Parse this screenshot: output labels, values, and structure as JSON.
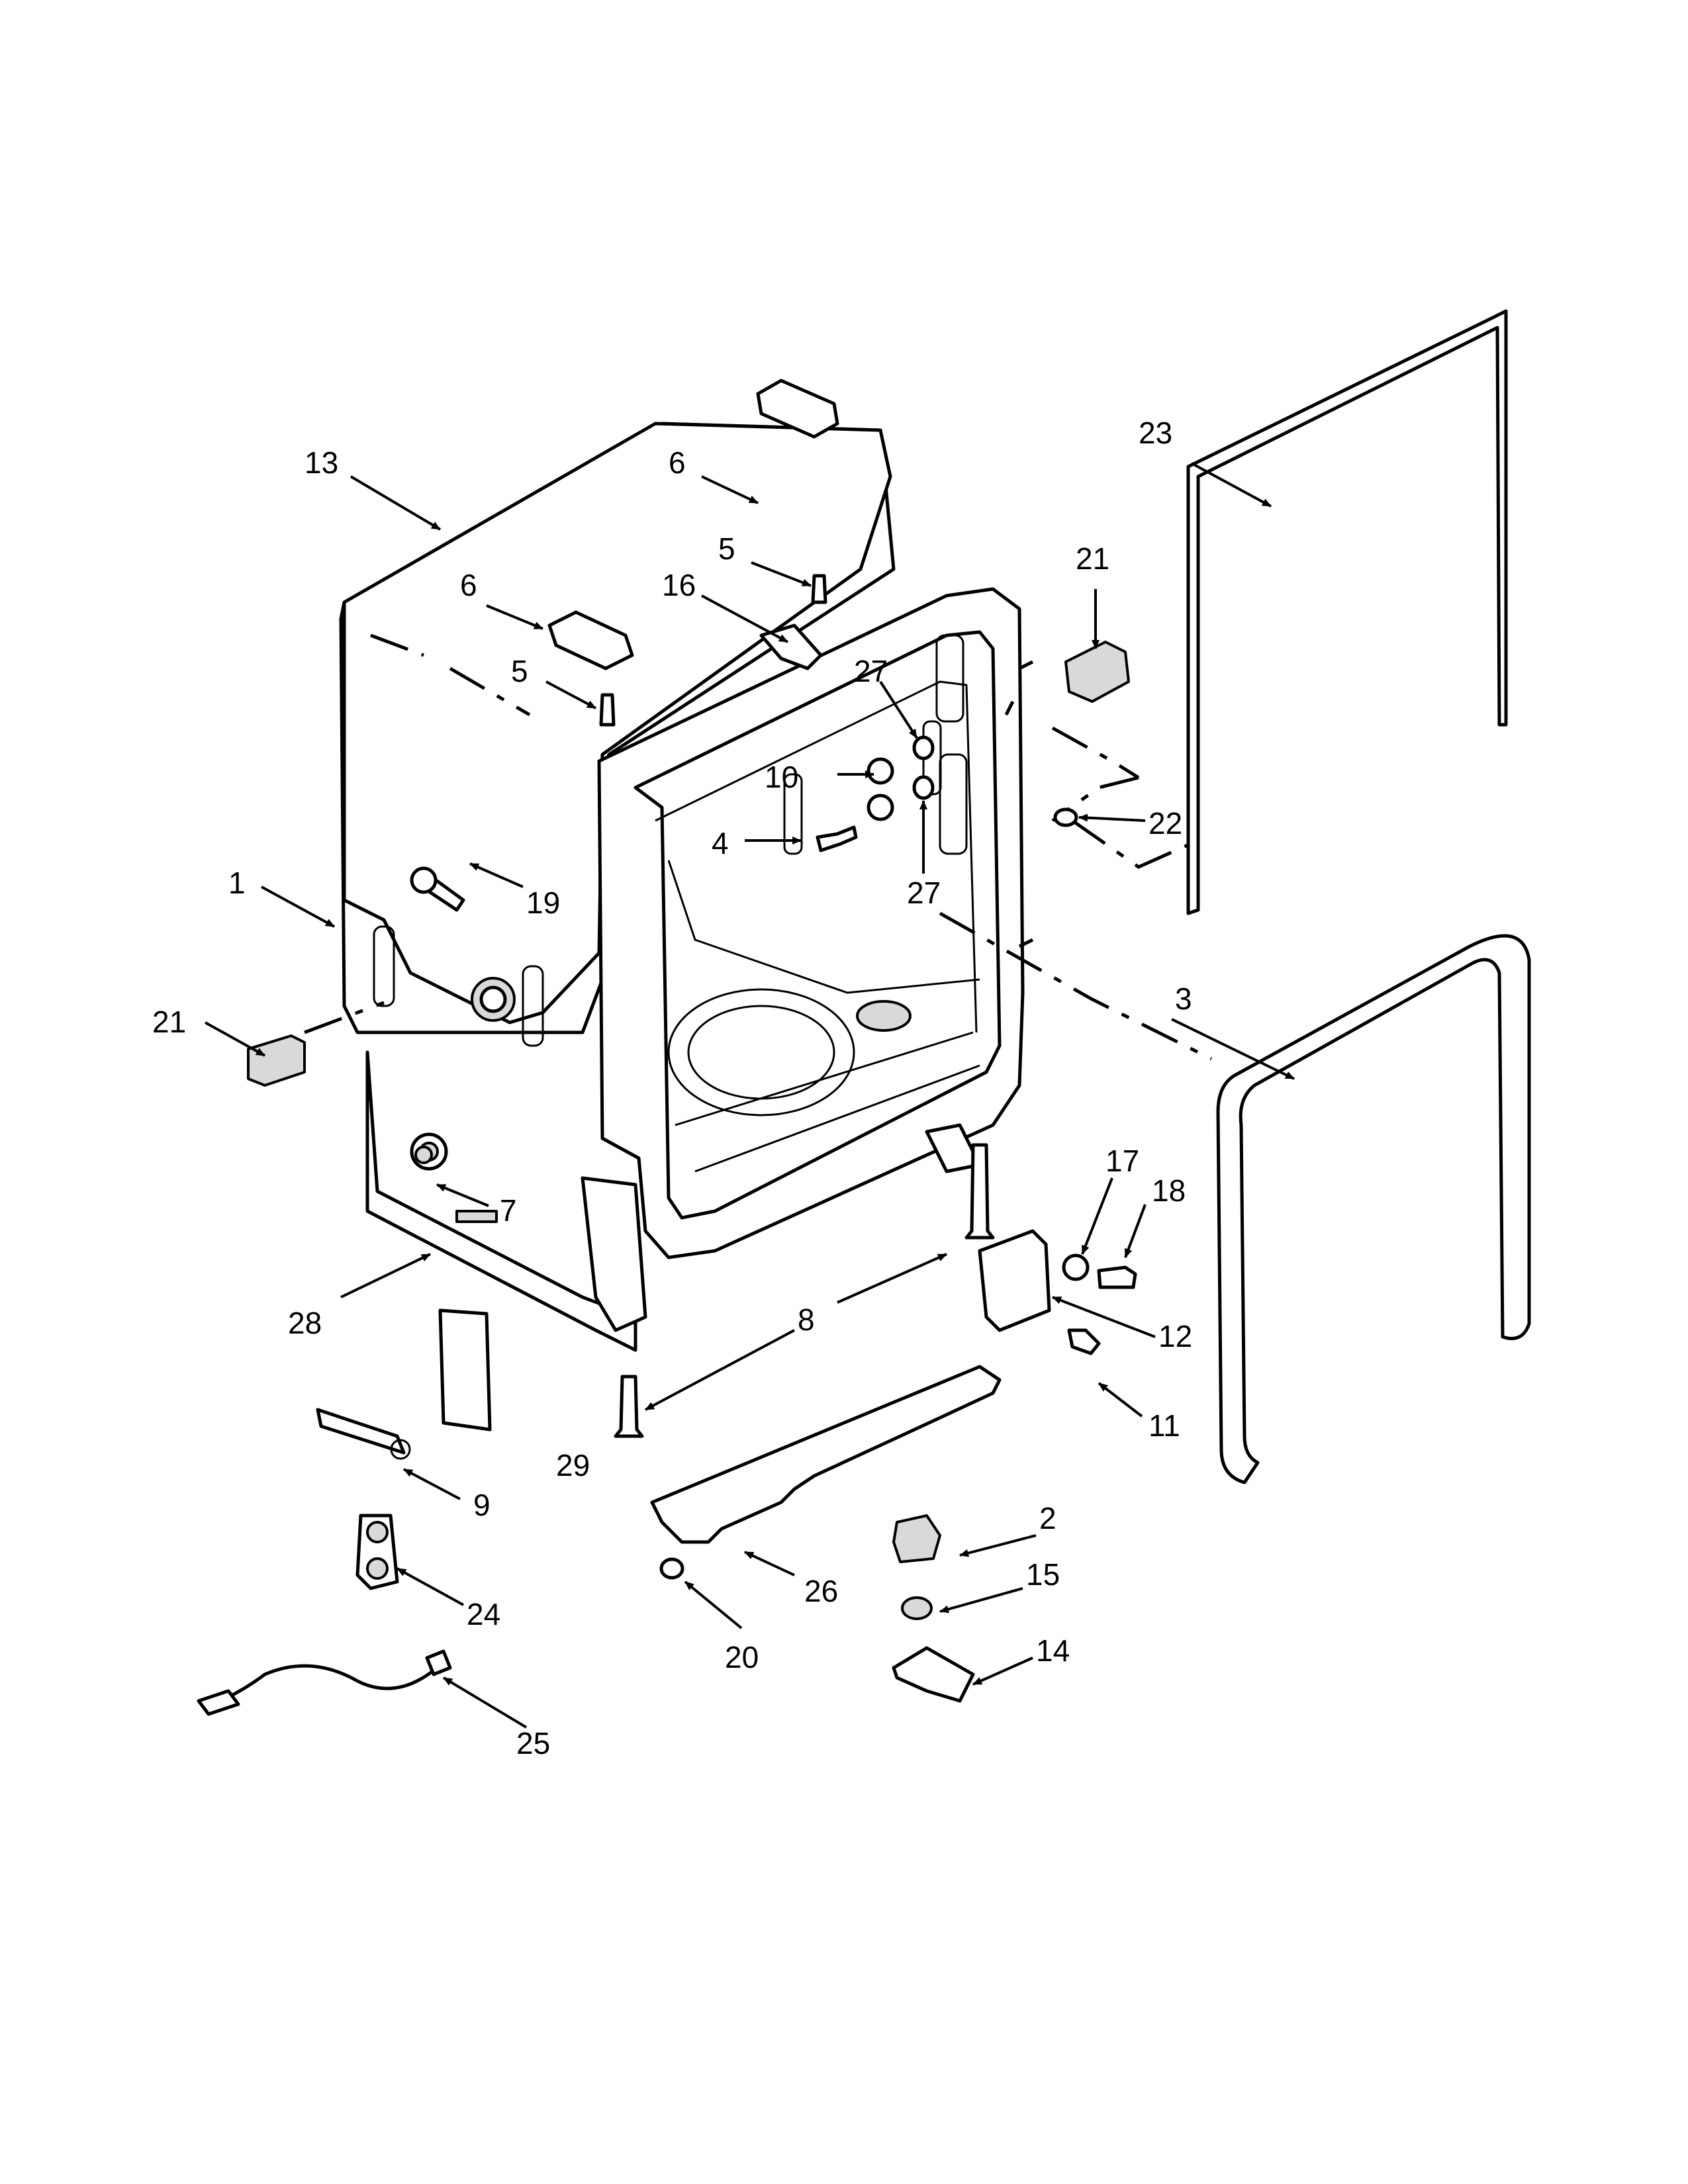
{
  "callouts": [
    {
      "id": "1",
      "text": "1"
    },
    {
      "id": "2",
      "text": "2"
    },
    {
      "id": "3",
      "text": "3"
    },
    {
      "id": "4",
      "text": "4"
    },
    {
      "id": "5a",
      "text": "5"
    },
    {
      "id": "5b",
      "text": "5"
    },
    {
      "id": "6a",
      "text": "6"
    },
    {
      "id": "6b",
      "text": "6"
    },
    {
      "id": "7",
      "text": "7"
    },
    {
      "id": "8",
      "text": "8"
    },
    {
      "id": "9",
      "text": "9"
    },
    {
      "id": "10",
      "text": "10"
    },
    {
      "id": "11",
      "text": "11"
    },
    {
      "id": "12",
      "text": "12"
    },
    {
      "id": "13",
      "text": "13"
    },
    {
      "id": "14",
      "text": "14"
    },
    {
      "id": "15",
      "text": "15"
    },
    {
      "id": "16",
      "text": "16"
    },
    {
      "id": "17",
      "text": "17"
    },
    {
      "id": "18",
      "text": "18"
    },
    {
      "id": "19",
      "text": "19"
    },
    {
      "id": "20",
      "text": "20"
    },
    {
      "id": "21a",
      "text": "21"
    },
    {
      "id": "21b",
      "text": "21"
    },
    {
      "id": "22",
      "text": "22"
    },
    {
      "id": "23",
      "text": "23"
    },
    {
      "id": "24",
      "text": "24"
    },
    {
      "id": "25",
      "text": "25"
    },
    {
      "id": "26",
      "text": "26"
    },
    {
      "id": "27a",
      "text": "27"
    },
    {
      "id": "27b",
      "text": "27"
    },
    {
      "id": "28",
      "text": "28"
    },
    {
      "id": "29",
      "text": "29"
    }
  ]
}
